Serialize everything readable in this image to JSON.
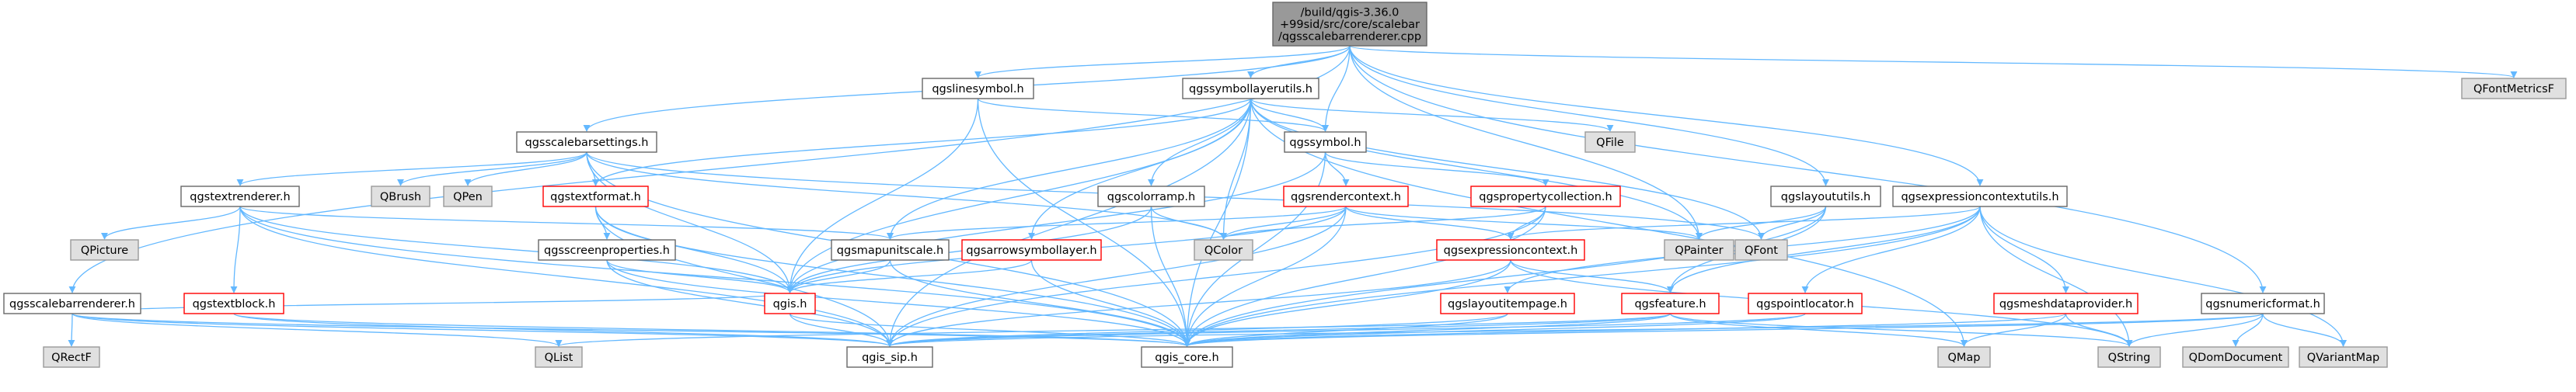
{
  "diagram": {
    "title": "Include dependency graph for qgsscalebarrenderer.cpp",
    "colors": {
      "root_fill": "#999999",
      "doc_fill": "#ffffff",
      "doc_border": "#666666",
      "red_border": "#ff0000",
      "external_fill": "#e0e0e0",
      "external_border": "#999999",
      "edge": "#63b8ff",
      "text": "#000000"
    },
    "nodes": [
      {
        "id": "root",
        "label": "/build/qgis-3.36.0\n+99sid/src/core/scalebar\n/qgsscalebarrenderer.cpp",
        "kind": "root"
      },
      {
        "id": "linesymbol",
        "label": "qgslinesymbol.h",
        "kind": "doc"
      },
      {
        "id": "symbollayerutils",
        "label": "qgssymbollayerutils.h",
        "kind": "doc"
      },
      {
        "id": "fontmetricsf",
        "label": "QFontMetricsF",
        "kind": "external"
      },
      {
        "id": "scalebarsettings",
        "label": "qgsscalebarsettings.h",
        "kind": "doc"
      },
      {
        "id": "symbol",
        "label": "qgssymbol.h",
        "kind": "doc"
      },
      {
        "id": "qfile",
        "label": "QFile",
        "kind": "external"
      },
      {
        "id": "textrenderer",
        "label": "qgstextrenderer.h",
        "kind": "doc"
      },
      {
        "id": "qbrush",
        "label": "QBrush",
        "kind": "external"
      },
      {
        "id": "qpen",
        "label": "QPen",
        "kind": "external"
      },
      {
        "id": "textformat",
        "label": "qgstextformat.h",
        "kind": "red"
      },
      {
        "id": "colorramp",
        "label": "qgscolorramp.h",
        "kind": "doc"
      },
      {
        "id": "rendercontext",
        "label": "qgsrendercontext.h",
        "kind": "red"
      },
      {
        "id": "propertycollection",
        "label": "qgspropertycollection.h",
        "kind": "red"
      },
      {
        "id": "layoututils",
        "label": "qgslayoututils.h",
        "kind": "doc"
      },
      {
        "id": "exprcontextutils",
        "label": "qgsexpressioncontextutils.h",
        "kind": "doc"
      },
      {
        "id": "qpicture",
        "label": "QPicture",
        "kind": "external"
      },
      {
        "id": "screenproperties",
        "label": "qgsscreenproperties.h",
        "kind": "doc"
      },
      {
        "id": "mapunitscale",
        "label": "qgsmapunitscale.h",
        "kind": "doc"
      },
      {
        "id": "arrowsymbollayer",
        "label": "qgsarrowsymbollayer.h",
        "kind": "red"
      },
      {
        "id": "qcolor",
        "label": "QColor",
        "kind": "external"
      },
      {
        "id": "exprcontext",
        "label": "qgsexpressioncontext.h",
        "kind": "red"
      },
      {
        "id": "qpainter",
        "label": "QPainter",
        "kind": "external"
      },
      {
        "id": "qfont",
        "label": "QFont",
        "kind": "external"
      },
      {
        "id": "scalebarrenderer_h",
        "label": "qgsscalebarrenderer.h",
        "kind": "doc"
      },
      {
        "id": "textblock",
        "label": "qgstextblock.h",
        "kind": "red"
      },
      {
        "id": "qgis",
        "label": "qgis.h",
        "kind": "red"
      },
      {
        "id": "layoutitempage",
        "label": "qgslayoutitempage.h",
        "kind": "red"
      },
      {
        "id": "feature",
        "label": "qgsfeature.h",
        "kind": "red"
      },
      {
        "id": "pointlocator",
        "label": "qgspointlocator.h",
        "kind": "red"
      },
      {
        "id": "meshdataprovider",
        "label": "qgsmeshdataprovider.h",
        "kind": "red"
      },
      {
        "id": "numericformat",
        "label": "qgsnumericformat.h",
        "kind": "doc"
      },
      {
        "id": "qrectf",
        "label": "QRectF",
        "kind": "external"
      },
      {
        "id": "qlist",
        "label": "QList",
        "kind": "external"
      },
      {
        "id": "qgis_sip",
        "label": "qgis_sip.h",
        "kind": "doc"
      },
      {
        "id": "qgis_core",
        "label": "qgis_core.h",
        "kind": "doc"
      },
      {
        "id": "qmap",
        "label": "QMap",
        "kind": "external"
      },
      {
        "id": "qstring",
        "label": "QString",
        "kind": "external"
      },
      {
        "id": "qdomdocument",
        "label": "QDomDocument",
        "kind": "external"
      },
      {
        "id": "qvariantmap",
        "label": "QVariantMap",
        "kind": "external"
      }
    ],
    "edges": [
      [
        "root",
        "linesymbol"
      ],
      [
        "root",
        "symbollayerutils"
      ],
      [
        "root",
        "symbol"
      ],
      [
        "root",
        "fontmetricsf"
      ],
      [
        "root",
        "scalebarsettings"
      ],
      [
        "root",
        "layoututils"
      ],
      [
        "root",
        "exprcontextutils"
      ],
      [
        "root",
        "scalebarrenderer_h"
      ],
      [
        "root",
        "numericformat"
      ],
      [
        "root",
        "qpainter"
      ],
      [
        "linesymbol",
        "symbol"
      ],
      [
        "linesymbol",
        "qgis"
      ],
      [
        "linesymbol",
        "qgis_core"
      ],
      [
        "symbollayerutils",
        "symbol"
      ],
      [
        "symbollayerutils",
        "qfile"
      ],
      [
        "symbollayerutils",
        "colorramp"
      ],
      [
        "symbollayerutils",
        "mapunitscale"
      ],
      [
        "symbollayerutils",
        "arrowsymbollayer"
      ],
      [
        "symbollayerutils",
        "qcolor"
      ],
      [
        "symbollayerutils",
        "qpainter"
      ],
      [
        "symbollayerutils",
        "qfont"
      ],
      [
        "symbollayerutils",
        "qgis"
      ],
      [
        "symbollayerutils",
        "qgis_core"
      ],
      [
        "symbollayerutils",
        "qmap"
      ],
      [
        "symbollayerutils",
        "textformat"
      ],
      [
        "symbollayerutils",
        "qgis_sip"
      ],
      [
        "scalebarsettings",
        "textrenderer"
      ],
      [
        "scalebarsettings",
        "qbrush"
      ],
      [
        "scalebarsettings",
        "qpen"
      ],
      [
        "scalebarsettings",
        "textformat"
      ],
      [
        "scalebarsettings",
        "qcolor"
      ],
      [
        "scalebarsettings",
        "qfont"
      ],
      [
        "scalebarsettings",
        "qgis"
      ],
      [
        "scalebarsettings",
        "qgis_core"
      ],
      [
        "symbol",
        "rendercontext"
      ],
      [
        "symbol",
        "propertycollection"
      ],
      [
        "symbol",
        "qgis"
      ],
      [
        "symbol",
        "qgis_core"
      ],
      [
        "textrenderer",
        "qpicture"
      ],
      [
        "textrenderer",
        "textblock"
      ],
      [
        "textrenderer",
        "mapunitscale"
      ],
      [
        "textrenderer",
        "qgis"
      ],
      [
        "textrenderer",
        "qgis_core"
      ],
      [
        "textrenderer",
        "qgis_sip"
      ],
      [
        "textformat",
        "screenproperties"
      ],
      [
        "textformat",
        "qgis"
      ],
      [
        "textformat",
        "qgis_core"
      ],
      [
        "textformat",
        "qgis_sip"
      ],
      [
        "colorramp",
        "qcolor"
      ],
      [
        "colorramp",
        "qgis"
      ],
      [
        "colorramp",
        "qgis_core"
      ],
      [
        "rendercontext",
        "qcolor"
      ],
      [
        "rendercontext",
        "mapunitscale"
      ],
      [
        "rendercontext",
        "exprcontext"
      ],
      [
        "rendercontext",
        "qgis"
      ],
      [
        "rendercontext",
        "qgis_core"
      ],
      [
        "rendercontext",
        "qgis_sip"
      ],
      [
        "rendercontext",
        "qpainter"
      ],
      [
        "propertycollection",
        "qcolor"
      ],
      [
        "propertycollection",
        "exprcontext"
      ],
      [
        "propertycollection",
        "qgis_core"
      ],
      [
        "propertycollection",
        "qgis_sip"
      ],
      [
        "layoututils",
        "qfont"
      ],
      [
        "layoututils",
        "qpainter"
      ],
      [
        "layoututils",
        "qgis_core"
      ],
      [
        "layoututils",
        "feature"
      ],
      [
        "exprcontextutils",
        "exprcontext"
      ],
      [
        "exprcontextutils",
        "layoutitempage"
      ],
      [
        "exprcontextutils",
        "pointlocator"
      ],
      [
        "exprcontextutils",
        "meshdataprovider"
      ],
      [
        "exprcontextutils",
        "feature"
      ],
      [
        "exprcontextutils",
        "qgis_core"
      ],
      [
        "exprcontextutils",
        "qstring"
      ],
      [
        "exprcontextutils",
        "qvariantmap"
      ],
      [
        "screenproperties",
        "qgis"
      ],
      [
        "screenproperties",
        "qgis_core"
      ],
      [
        "screenproperties",
        "qgis_sip"
      ],
      [
        "mapunitscale",
        "qgis"
      ],
      [
        "mapunitscale",
        "qgis_core"
      ],
      [
        "arrowsymbollayer",
        "qgis"
      ],
      [
        "arrowsymbollayer",
        "qgis_core"
      ],
      [
        "exprcontext",
        "feature"
      ],
      [
        "exprcontext",
        "qgis_core"
      ],
      [
        "exprcontext",
        "qgis_sip"
      ],
      [
        "exprcontext",
        "qstring"
      ],
      [
        "scalebarrenderer_h",
        "qgis_sip"
      ],
      [
        "scalebarrenderer_h",
        "qgis_core"
      ],
      [
        "scalebarrenderer_h",
        "qrectf"
      ],
      [
        "scalebarrenderer_h",
        "qlist"
      ],
      [
        "scalebarrenderer_h",
        "qgis"
      ],
      [
        "textblock",
        "qgis_core"
      ],
      [
        "textblock",
        "qgis_sip"
      ],
      [
        "qgis",
        "qgis_sip"
      ],
      [
        "qgis",
        "qgis_core"
      ],
      [
        "layoutitempage",
        "qgis_core"
      ],
      [
        "layoutitempage",
        "qgis_sip"
      ],
      [
        "feature",
        "qgis_core"
      ],
      [
        "feature",
        "qgis_sip"
      ],
      [
        "feature",
        "qmap"
      ],
      [
        "feature",
        "qlist"
      ],
      [
        "feature",
        "qstring"
      ],
      [
        "pointlocator",
        "qgis_core"
      ],
      [
        "pointlocator",
        "qgis_sip"
      ],
      [
        "meshdataprovider",
        "qgis_core"
      ],
      [
        "meshdataprovider",
        "qmap"
      ],
      [
        "meshdataprovider",
        "qstring"
      ],
      [
        "numericformat",
        "qgis_core"
      ],
      [
        "numericformat",
        "qgis_sip"
      ],
      [
        "numericformat",
        "qstring"
      ],
      [
        "numericformat",
        "qdomdocument"
      ],
      [
        "numericformat",
        "qvariantmap"
      ]
    ]
  }
}
